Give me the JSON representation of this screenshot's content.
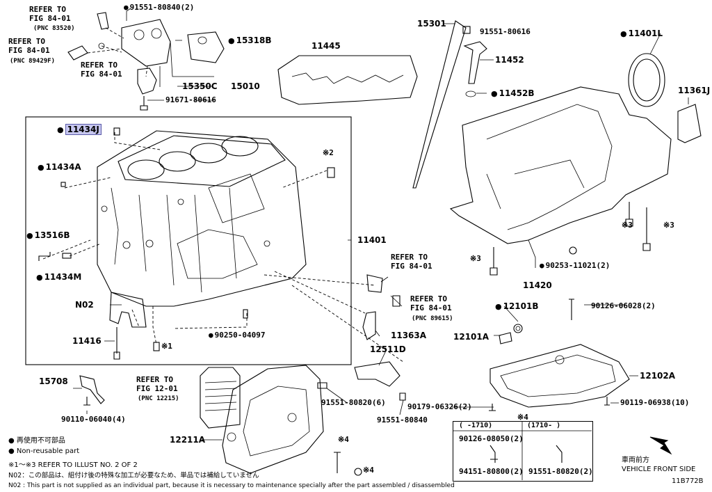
{
  "parts": {
    "refer_83520_a": "REFER TO",
    "refer_83520_b": "FIG 84-01",
    "refer_83520_c": "(PNC 83520)",
    "p91551_80840_2": "91551-80840(2)",
    "refer_89429_a": "REFER TO",
    "refer_89429_b": "FIG 84-01",
    "refer_89429_c": "(PNC 89429F)",
    "refer_fig84_a": "REFER TO",
    "refer_fig84_b": "FIG 84-01",
    "p15318B": "15318B",
    "p15350C": "15350C",
    "p15010": "15010",
    "p91671_80616": "91671-80616",
    "p11445": "11445",
    "p15301": "15301",
    "p91551_80616": "91551-80616",
    "p11452": "11452",
    "p11452B": "11452B",
    "p11401L": "11401L",
    "p11361J": "11361J",
    "p11434J": "11434J",
    "p11434A": "11434A",
    "x2": "※2",
    "p13516B": "13516B",
    "p11434M": "11434M",
    "p11401": "11401",
    "p11420": "11420",
    "x3a": "※3",
    "x3b": "※3",
    "x3c": "※3",
    "p90253_11021_2": "90253-11021(2)",
    "refer_84_1a": "REFER TO",
    "refer_84_1b": "FIG 84-01",
    "refer_89615_a": "REFER TO",
    "refer_89615_b": "FIG 84-01",
    "refer_89615_c": "(PNC 89615)",
    "N02": "N02",
    "p11416": "11416",
    "p90250_04097": "90250-04097",
    "x1": "※1",
    "p11363A": "11363A",
    "p12511D": "12511D",
    "p12101B": "12101B",
    "p12101A": "12101A",
    "p90126_06028_2": "90126-06028(2)",
    "p12102A": "12102A",
    "p15708": "15708",
    "refer_12215_a": "REFER TO",
    "refer_12215_b": "FIG 12-01",
    "refer_12215_c": "(PNC 12215)",
    "p91551_80820_6": "91551-80820(6)",
    "p91551_80840": "91551-80840",
    "p90179_06326_2": "90179-06326(2)",
    "p90119_06938_10": "90119-06938(10)",
    "p90110_06040_4": "90110-06040(4)",
    "p12211A": "12211A",
    "x4a": "※4",
    "x4b": "※4",
    "x4c": "※4"
  },
  "table": {
    "col1": "(      -1710)",
    "col2": "(1710-      )",
    "r1c1": "90126-08050(2)",
    "r1c2": "94151-80800(2)",
    "r2c1": "91551-80820(2)"
  },
  "legend": {
    "jp_nonreuse": "再使用不可部品",
    "en_nonreuse": "Non-reusable part",
    "refer_note": "※1～※3 REFER TO ILLUST NO. 2 OF 2",
    "n02_jp": "N02：この部品は、組付け後の特殊な加工が必要なため、単品では補給していません",
    "n02_en": "N02 : This part is not supplied as an individual part, because it is necessary to maintenance specially after the part assembled / disassembled"
  },
  "vehicle": {
    "jp": "車両前方",
    "en": "VEHICLE FRONT SIDE",
    "code": "11B772B"
  }
}
